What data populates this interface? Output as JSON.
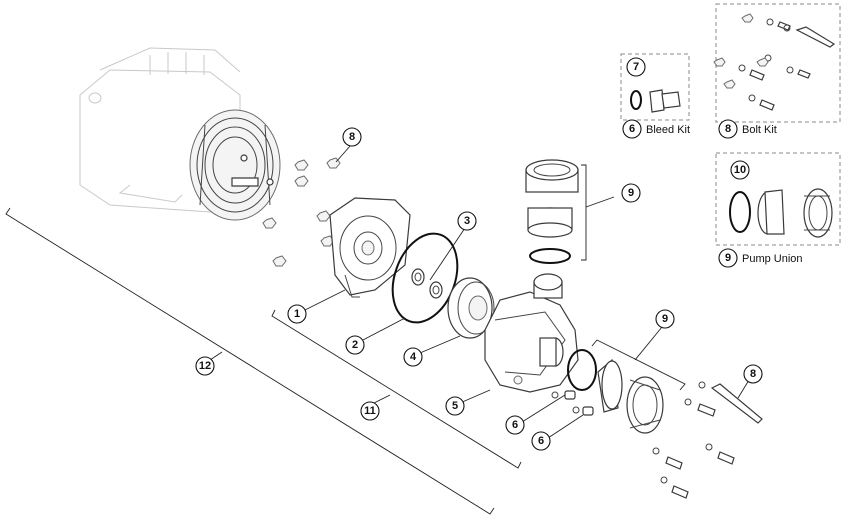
{
  "callouts": {
    "c1": "1",
    "c2": "2",
    "c3": "3",
    "c4": "4",
    "c5": "5",
    "c6a": "6",
    "c6b": "6",
    "c7": "7",
    "c8a": "8",
    "c8b": "8",
    "c9a": "9",
    "c9b": "9",
    "c10": "10",
    "c11": "11",
    "c12": "12"
  },
  "kits": {
    "bleed_kit": {
      "number": "6",
      "label": "Bleed Kit"
    },
    "bolt_kit": {
      "number": "8",
      "label": "Bolt Kit"
    },
    "pump_union": {
      "number": "9",
      "label": "Pump Union"
    }
  }
}
